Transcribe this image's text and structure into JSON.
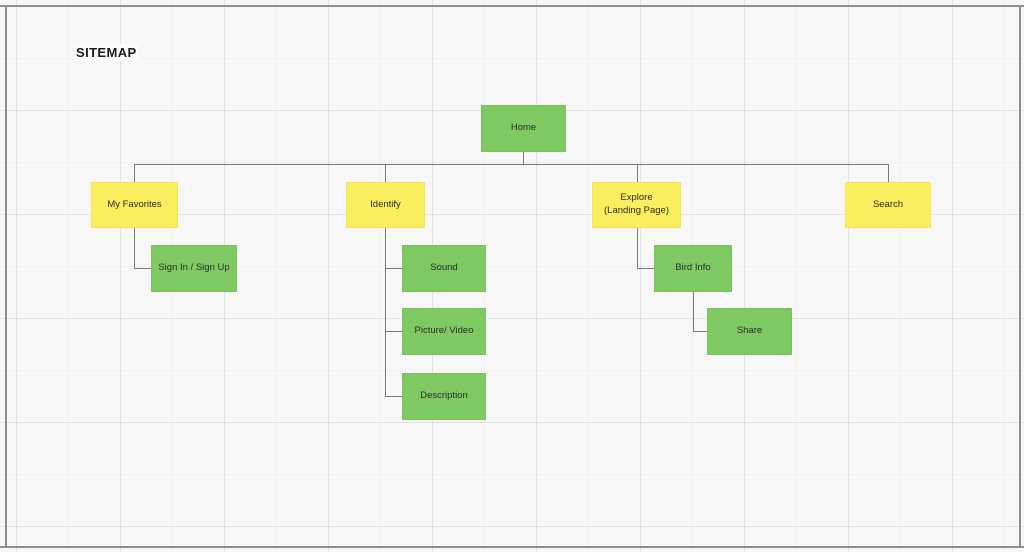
{
  "diagram": {
    "title": "SITEMAP",
    "type": "sitemap-tree",
    "colors": {
      "canvas": "#f7f7f7",
      "node_green": "#7fc962",
      "node_yellow": "#fbee5e",
      "connector": "#7a7a7a",
      "text": "#2b2b2b",
      "frame": "#8e8e8e"
    },
    "nodes": {
      "home": {
        "label": "Home",
        "color": "green",
        "level": 0
      },
      "my_favorites": {
        "label": "My Favorites",
        "color": "yellow",
        "level": 1
      },
      "identify": {
        "label": "Identify",
        "color": "yellow",
        "level": 1
      },
      "explore": {
        "label": "Explore",
        "label_line2": "(Landing Page)",
        "color": "yellow",
        "level": 1
      },
      "search": {
        "label": "Search",
        "color": "yellow",
        "level": 1
      },
      "sign_in_sign_up": {
        "label": "Sign In / Sign Up",
        "color": "green",
        "level": 2
      },
      "sound": {
        "label": "Sound",
        "color": "green",
        "level": 2
      },
      "picture_video": {
        "label": "Picture/ Video",
        "color": "green",
        "level": 2
      },
      "description": {
        "label": "Description",
        "color": "green",
        "level": 2
      },
      "bird_info": {
        "label": "Bird Info",
        "color": "green",
        "level": 2
      },
      "share": {
        "label": "Share",
        "color": "green",
        "level": 3
      }
    }
  }
}
